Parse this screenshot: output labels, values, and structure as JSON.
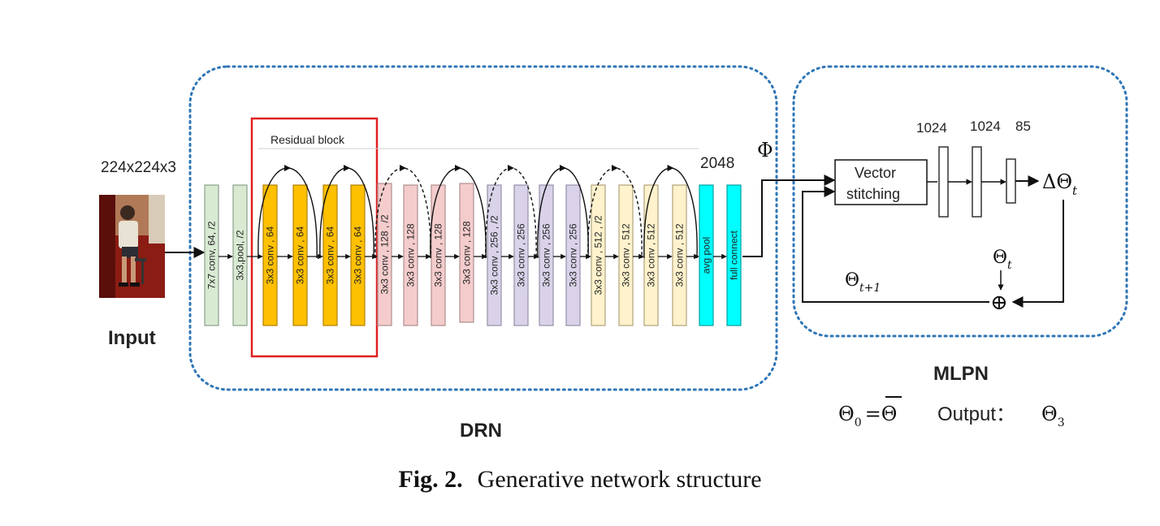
{
  "input": {
    "size_label": "224x224x3",
    "label": "Input"
  },
  "drn": {
    "label": "DRN",
    "residual_block_label": "Residual block",
    "feature_dim": "2048",
    "phi": "Φ",
    "layers": [
      {
        "text": "7x7 conv, 64, /2",
        "color": "#d9ead3",
        "border": "#8aa18a"
      },
      {
        "text": "3x3,pool, /2",
        "color": "#d9ead3",
        "border": "#8aa18a"
      },
      {
        "text": "3x3 conv , 64",
        "color": "#ffc000",
        "border": "#b08000"
      },
      {
        "text": "3x3 conv , 64",
        "color": "#ffc000",
        "border": "#b08000"
      },
      {
        "text": "3x3 conv , 64",
        "color": "#ffc000",
        "border": "#b08000"
      },
      {
        "text": "3x3 conv , 64",
        "color": "#ffc000",
        "border": "#b08000"
      },
      {
        "text": "3x3 conv , 128 , /2",
        "color": "#f4cccc",
        "border": "#b08e8e"
      },
      {
        "text": "3x3 conv , 128",
        "color": "#f4cccc",
        "border": "#b08e8e"
      },
      {
        "text": "3x3 conv , 128",
        "color": "#f4cccc",
        "border": "#b08e8e"
      },
      {
        "text": "3x3 conv , 128",
        "color": "#f4cccc",
        "border": "#b08e8e"
      },
      {
        "text": "3x3 conv , 256 , /2",
        "color": "#d9d2e9",
        "border": "#968fa8"
      },
      {
        "text": "3x3 conv , 256",
        "color": "#d9d2e9",
        "border": "#968fa8"
      },
      {
        "text": "3x3 conv , 256",
        "color": "#d9d2e9",
        "border": "#968fa8"
      },
      {
        "text": "3x3 conv , 256",
        "color": "#d9d2e9",
        "border": "#968fa8"
      },
      {
        "text": "3x3 conv , 512 , /2",
        "color": "#fff2cc",
        "border": "#b0a27a"
      },
      {
        "text": "3x3 conv , 512",
        "color": "#fff2cc",
        "border": "#b0a27a"
      },
      {
        "text": "3x3 conv , 512",
        "color": "#fff2cc",
        "border": "#b0a27a"
      },
      {
        "text": "3x3 conv , 512",
        "color": "#fff2cc",
        "border": "#b0a27a"
      },
      {
        "text": "avg pool",
        "color": "#00ffff",
        "border": "#00a0a0"
      },
      {
        "text": "full connect",
        "color": "#00ffff",
        "border": "#00a0a0"
      }
    ]
  },
  "mlpn": {
    "label": "MLPN",
    "vector_line1": "Vector",
    "vector_line2": "stitching",
    "fc_sizes": [
      "1024",
      "1024",
      "85"
    ],
    "delta_theta": "ΔΘ",
    "delta_sub": "t",
    "theta_t": "Θ",
    "theta_t_sub": "t",
    "theta_next": "Θ",
    "theta_next_sub": "t+1",
    "plus": "⊕",
    "init_lhs": "Θ",
    "init_lhs_sub": "0",
    "init_rhs": "=Θ",
    "output_label": "Output：",
    "output_theta": "Θ",
    "output_sub": "3"
  },
  "caption": {
    "fig": "Fig. 2.",
    "text": "Generative network structure"
  }
}
